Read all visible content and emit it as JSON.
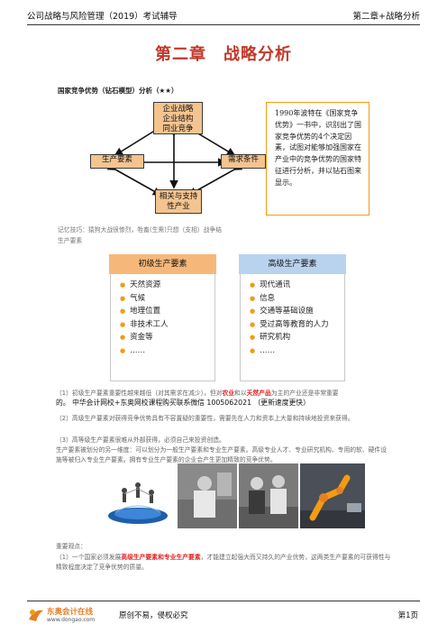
{
  "header": {
    "left": "公司战略与风险管理（2019）考试辅导",
    "right": "第二章+战略分析"
  },
  "title": "第二章　战略分析",
  "section": "国家竞争优势（钻石模型）分析（★★）",
  "diamond": {
    "top": "企业战略\n企业结构\n同业竞争",
    "left": "生产要素",
    "right": "需求条件",
    "bottom": "相关与支持\n性产业"
  },
  "note_box": "1990年波特在《国家竞争优势》一书中，识别出了国家竞争优势的4个决定因素，试图对能够加强国家在产业中的竞争优势的国家特征进行分析，并以钻石图来显示。",
  "memory_tip": "记忆技巧：猿狗大战很惨烈，牲畜(生需)只想（支相）战争结",
  "factor_label": "生产要素",
  "primary": {
    "title": "初级生产要素",
    "items": [
      "天然资源",
      "气候",
      "地理位置",
      "非技术工人",
      "资金等",
      "……"
    ]
  },
  "advanced": {
    "title": "高级生产要素",
    "items": [
      "现代通讯",
      "信息",
      "交通等基础设施",
      "受过高等教育的人力",
      "研究机构",
      "……"
    ]
  },
  "p1": {
    "a": "（1）初级生产要素重要性越来越低（对其需求在减少），但对",
    "r1": "农业",
    "b": "和以",
    "r2": "天然产品",
    "c": "为主的产业还是非常重要"
  },
  "ad": "的。 中华会计网校+东奥网校课程购买联系微信 1005062021 （更新速度更快）",
  "p2": "（2）高级生产要素对获得竞争优势具有不容置疑的重要性，需要先在人力和资本上大量和持续地投资来获得。",
  "p3": "（3）高等级生产要素很难从外部获得，必须自己来投资创造。",
  "p4": "生产要素被划分的另一维度：可以划分为一般生产要素和专业生产要素。高级专业人才、专业研究机构、专用的软、硬件设施等被归入专业生产要素。拥有专业生产要素的企业会产生更加精致的竞争优势。",
  "key_title": "重要观点：",
  "p5": {
    "a": "（1）一个国家必须发展",
    "r": "高级生产要素和专业生产要素",
    "b": "，才能建立起强大而又持久的产业优势，这两类生产要素的可获得性与精致程度决定了竞争优势的质量。"
  },
  "footer": {
    "brand": "东奥会计在线",
    "url": "www.dongao.com",
    "slogan": "原创不易，侵权必究",
    "page": "第1页"
  },
  "colors": {
    "accent_red": "#c0392b",
    "box_fill": "#f4c490",
    "primary_head": "#f6b87a",
    "advanced_head": "#b9d3ee",
    "bullet": "#f39c12"
  }
}
